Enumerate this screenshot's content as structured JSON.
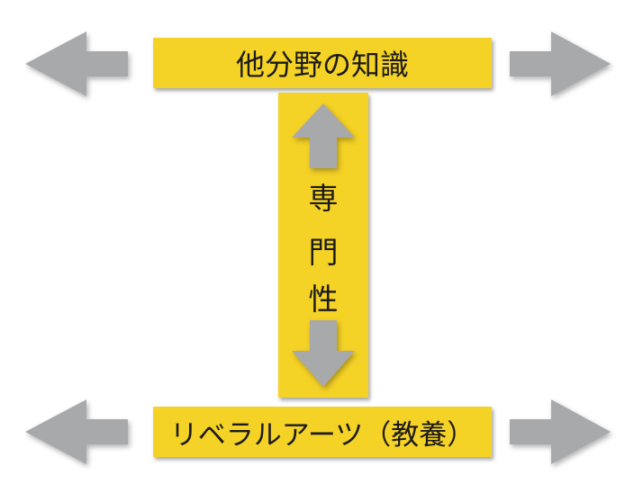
{
  "top_label": "他分野の知識",
  "vertical_label_chars": [
    "専",
    "門",
    "性"
  ],
  "bottom_label": "リベラルアーツ（教養）",
  "colors": {
    "bar": "#f5d226",
    "arrow": "#a7a9ab",
    "text": "#1a1a1a"
  },
  "icons": [
    "arrow-left-icon",
    "arrow-right-icon",
    "arrow-up-icon",
    "arrow-down-icon"
  ]
}
